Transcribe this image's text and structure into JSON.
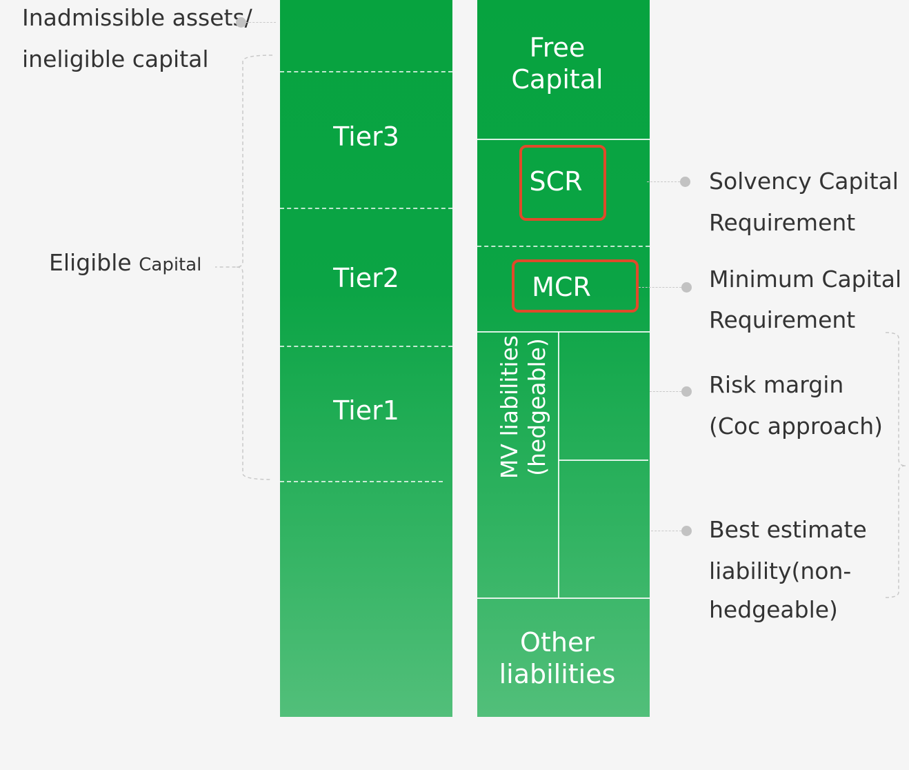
{
  "left_column": {
    "tiers": [
      {
        "label": "Tier3"
      },
      {
        "label": "Tier2"
      },
      {
        "label": "Tier1"
      }
    ]
  },
  "right_column": {
    "free_capital": {
      "line1": "Free",
      "line2": "Capital"
    },
    "scr": {
      "label": "SCR"
    },
    "mcr": {
      "label": "MCR"
    },
    "mv_liabilities": {
      "line1": "MV liabilities",
      "line2": "(hedgeable)"
    },
    "other_liabilities": {
      "line1": "Other",
      "line2": "liabilities"
    }
  },
  "left_annotations": {
    "inadmissible": {
      "line1": "Inadmissible assets/",
      "line2": "ineligible capital"
    },
    "eligible": {
      "word1": "Eligible",
      "word2": "Capital"
    }
  },
  "right_annotations": {
    "solvency": {
      "line1": "Solvency Capital",
      "line2": "Requirement"
    },
    "minimum": {
      "line1": "Minimum Capital",
      "line2": "Requirement"
    },
    "risk_margin": {
      "line1": "Risk margin",
      "line2": "(Coc approach)"
    },
    "best_estimate": {
      "line1": "Best estimate",
      "line2": "liability(non-",
      "line3": "hedgeable)"
    }
  },
  "colors": {
    "block_green": "#07a33f",
    "highlight_box": "#e04a2a",
    "text": "#333333",
    "connector": "#c2c2c2"
  }
}
